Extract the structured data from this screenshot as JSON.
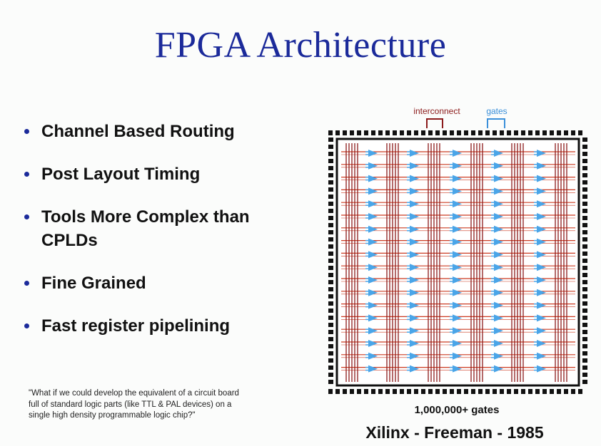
{
  "slide": {
    "title": "FPGA Architecture",
    "bullets": [
      "Channel Based Routing",
      "Post Layout Timing",
      "Tools More Complex than CPLDs",
      "Fine Grained",
      "Fast register pipelining"
    ],
    "quote": "\"What if we could develop the equivalent of a circuit board full of standard logic parts (like TTL & PAL devices) on a single high density programmable logic chip?\"",
    "credit": "Xilinx - Freeman - 1985"
  },
  "diagram": {
    "label_interconnect": "interconnect",
    "label_gates": "gates",
    "caption": "1,000,000+ gates",
    "colors": {
      "interconnect": "#8b1a1a",
      "wire": "#cc3b22",
      "gate": "#4aa5e8",
      "gate_bracket": "#3a8fd9",
      "pins": "#111111"
    }
  }
}
